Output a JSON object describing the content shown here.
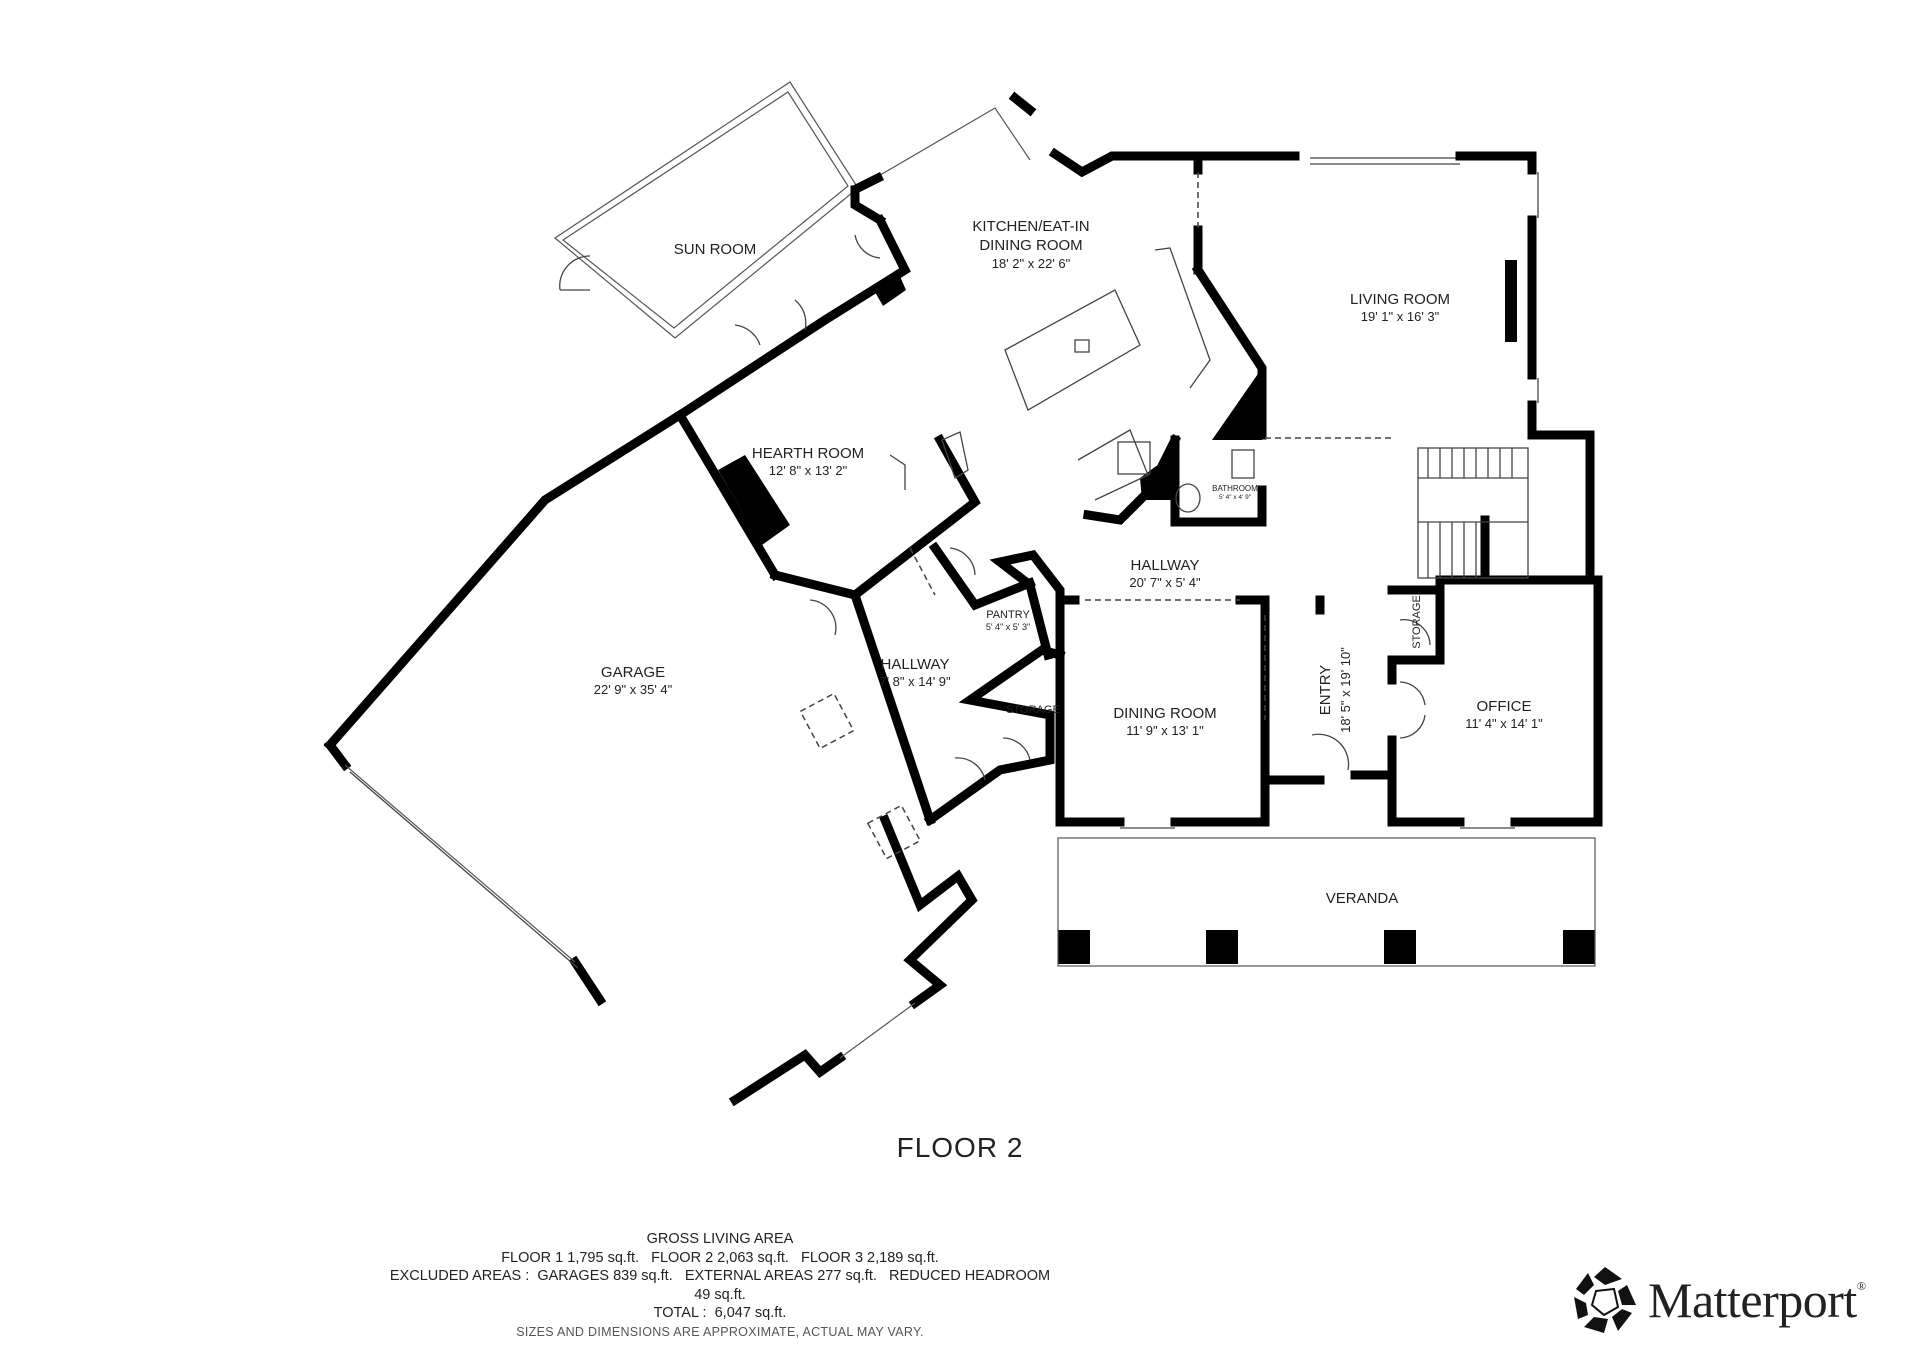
{
  "floor_title": "FLOOR 2",
  "rooms": {
    "sun_room": {
      "name": "SUN ROOM"
    },
    "kitchen": {
      "name_line1": "KITCHEN/EAT-IN",
      "name_line2": "DINING ROOM",
      "dims": "18' 2\" x 22' 6\""
    },
    "living_room": {
      "name": "LIVING ROOM",
      "dims": "19' 1\" x 16' 3\""
    },
    "hearth_room": {
      "name": "HEARTH ROOM",
      "dims": "12' 8\" x 13' 2\""
    },
    "bathroom": {
      "name": "BATHROOM",
      "dims": "5' 4\" x 4' 9\""
    },
    "hallway_main": {
      "name": "HALLWAY",
      "dims": "20' 7\" x 5' 4\""
    },
    "pantry": {
      "name": "PANTRY",
      "dims": "5' 4\" x 5' 3\""
    },
    "hallway_side": {
      "name": "HALLWAY",
      "dims": "7' 8\" x 14' 9\""
    },
    "garage": {
      "name": "GARAGE",
      "dims": "22' 9\" x 35' 4\""
    },
    "storage_hall": {
      "name": "STORAGE"
    },
    "dining_room": {
      "name": "DINING ROOM",
      "dims": "11' 9\" x 13' 1\""
    },
    "entry": {
      "name": "ENTRY",
      "dims": "18' 5\" x 19' 10\""
    },
    "storage_entry": {
      "name": "STORAGE"
    },
    "office": {
      "name": "OFFICE",
      "dims": "11' 4\" x 14' 1\""
    },
    "veranda": {
      "name": "VERANDA"
    }
  },
  "summary": {
    "heading": "GROSS LIVING AREA",
    "floors_line": "FLOOR 1 1,795 sq.ft.   FLOOR 2 2,063 sq.ft.   FLOOR 3 2,189 sq.ft.",
    "excluded_line": "EXCLUDED AREAS :  GARAGES 839 sq.ft.   EXTERNAL AREAS 277 sq.ft.   REDUCED HEADROOM",
    "excluded_cont": "49 sq.ft.",
    "total_line": "TOTAL :  6,047 sq.ft.",
    "disclaimer": "SIZES AND DIMENSIONS ARE APPROXIMATE, ACTUAL MAY VARY."
  },
  "brand": {
    "name": "Matterport",
    "mark": "®",
    "logo_icon": "matterport-logo-icon"
  }
}
